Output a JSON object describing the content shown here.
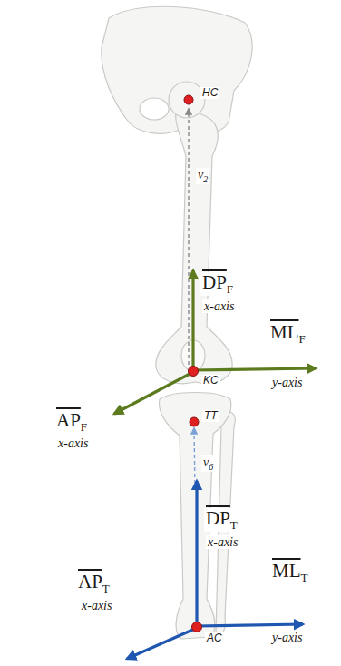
{
  "diagram": {
    "labels": [
      "HC",
      "v",
      "2",
      "DP",
      "F",
      "x-axis",
      "ML",
      "F",
      "y-axis",
      "KC",
      "AP",
      "F",
      "x-axis",
      "TT",
      "v",
      "6",
      "DP",
      "T",
      "x-axis",
      "ML",
      "T",
      "y-axis",
      "AP",
      "T",
      "x-axis",
      "AC"
    ]
  }
}
